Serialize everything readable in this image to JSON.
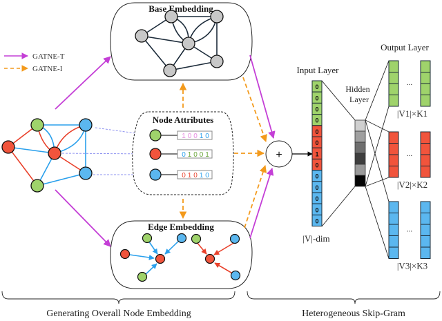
{
  "legend": {
    "items": [
      {
        "label": "GATNE-T",
        "color": "#c43fd6",
        "style": "solid"
      },
      {
        "label": "GATNE-I",
        "color": "#f39a1c",
        "style": "dashed"
      }
    ]
  },
  "colors": {
    "green": "#9fd36b",
    "red": "#f1543c",
    "blue": "#5bb7ef",
    "gray_node": "#c8c8c8",
    "edge_dark": "#1c2b3a",
    "edge_red": "#e9402a",
    "edge_blue": "#2aa0ec",
    "magenta": "#c43fd6",
    "orange": "#f39a1c",
    "lavender_dash": "#8f93f0"
  },
  "base_embedding": {
    "title": "Base Embedding"
  },
  "node_attributes": {
    "title": "Node Attributes",
    "rows": [
      {
        "node_color": "green",
        "bits": [
          "1",
          "0",
          "0",
          "1",
          "0"
        ],
        "bit_colors": [
          "#e68be0",
          "#e68be0",
          "#e68be0",
          "#2aa0ec",
          "#2aa0ec"
        ]
      },
      {
        "node_color": "red",
        "bits": [
          "0",
          "1",
          "0",
          "0",
          "1"
        ],
        "bit_colors": [
          "#2aa0ec",
          "#6aa63a",
          "#6aa63a",
          "#6aa63a",
          "#6aa63a"
        ]
      },
      {
        "node_color": "blue",
        "bits": [
          "0",
          "1",
          "0",
          "1",
          "0"
        ],
        "bit_colors": [
          "#e9402a",
          "#e9402a",
          "#e9402a",
          "#2aa0ec",
          "#2aa0ec"
        ]
      }
    ]
  },
  "edge_embedding": {
    "title": "Edge Embedding"
  },
  "sum_node": {
    "symbol": "+"
  },
  "input_layer": {
    "title": "Input Layer",
    "cells": [
      {
        "value": "0",
        "color": "green"
      },
      {
        "value": "0",
        "color": "green"
      },
      {
        "value": "0",
        "color": "green"
      },
      {
        "value": "0",
        "color": "green"
      },
      {
        "value": "0",
        "color": "red"
      },
      {
        "value": "0",
        "color": "red"
      },
      {
        "value": "1",
        "color": "red"
      },
      {
        "value": "0",
        "color": "red"
      },
      {
        "value": "0",
        "color": "blue"
      },
      {
        "value": "0",
        "color": "blue"
      },
      {
        "value": "0",
        "color": "blue"
      },
      {
        "value": "0",
        "color": "blue"
      },
      {
        "value": "0",
        "color": "blue"
      }
    ],
    "dim_label": "|V|-dim"
  },
  "hidden_layer": {
    "title_line1": "Hidden",
    "title_line2": "Layer",
    "shades": [
      "#d0d0d0",
      "#a0a0a0",
      "#6e6e6e",
      "#3e3e3e",
      "#9a9a9a",
      "#050505"
    ]
  },
  "output_layer": {
    "title": "Output Layer",
    "groups": [
      {
        "color": "green",
        "cells": 4,
        "label": "|V1|×K1"
      },
      {
        "color": "red",
        "cells": 4,
        "label": "|V2|×K2"
      },
      {
        "color": "blue",
        "cells": 5,
        "label": "|V3|×K3"
      }
    ],
    "ellipsis": "..."
  },
  "braces": {
    "left_label": "Generating Overall Node Embedding",
    "right_label": "Heterogeneous Skip-Gram"
  }
}
